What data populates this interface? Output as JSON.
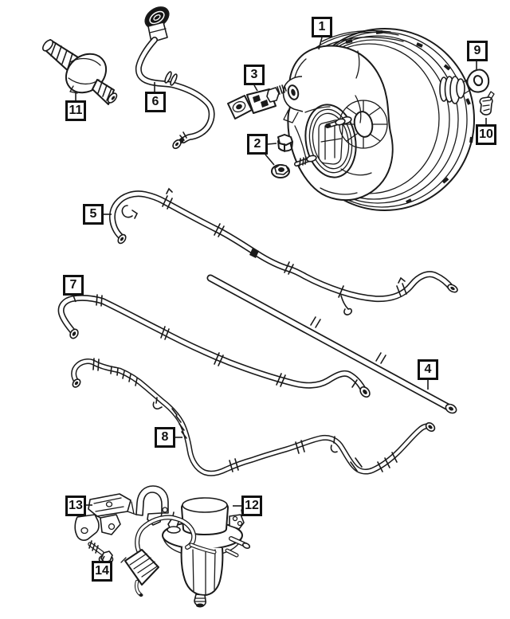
{
  "diagram": {
    "background_color": "#ffffff",
    "line_color": "#1a1a1a",
    "callouts": [
      {
        "number": "1"
      },
      {
        "number": "2"
      },
      {
        "number": "3"
      },
      {
        "number": "4"
      },
      {
        "number": "5"
      },
      {
        "number": "6"
      },
      {
        "number": "7"
      },
      {
        "number": "8"
      },
      {
        "number": "9"
      },
      {
        "number": "10"
      },
      {
        "number": "11"
      },
      {
        "number": "12"
      },
      {
        "number": "13"
      },
      {
        "number": "14"
      }
    ]
  }
}
